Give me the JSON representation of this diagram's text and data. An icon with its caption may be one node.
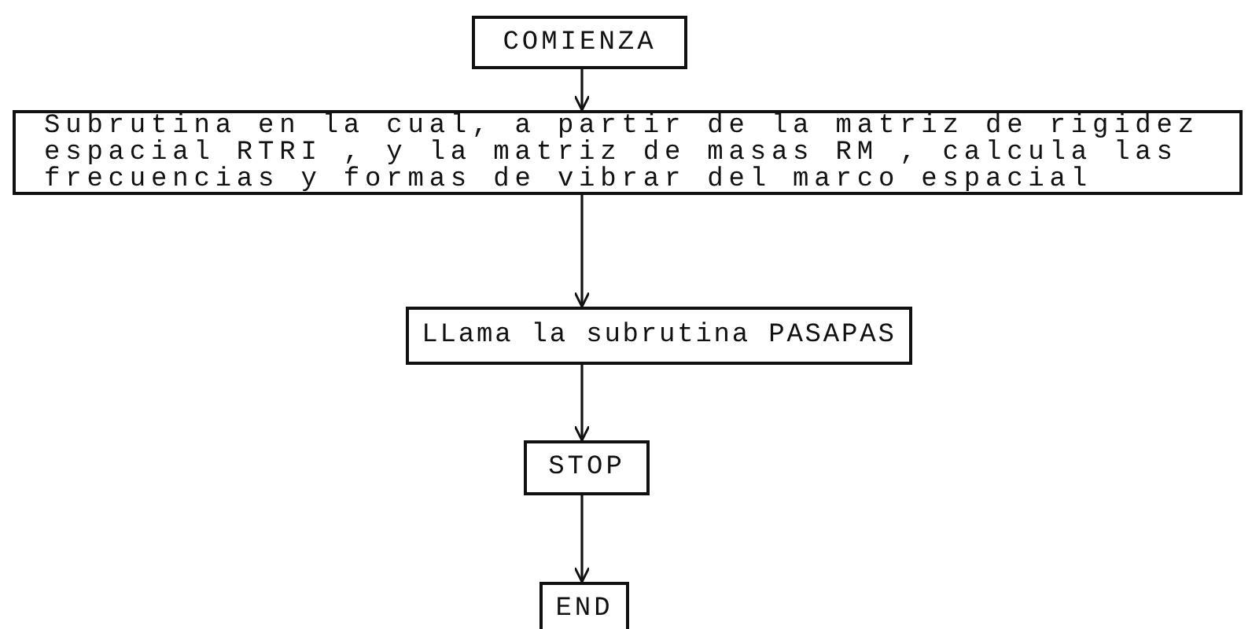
{
  "diagram": {
    "nodes": [
      {
        "text": [
          "COMIENZA"
        ]
      },
      {
        "text": [
          "Subrutina en la cual, a partir de la matriz de rigidez espacial RTRI , y la matriz de masas RM , calcula las frecuencias y formas de vibrar del marco espacial"
        ]
      },
      {
        "text": [
          "LLama la subrutina PASAPAS"
        ]
      },
      {
        "text": [
          "STOP"
        ]
      },
      {
        "text": [
          "END"
        ]
      }
    ],
    "edges": [
      {
        "from": 0,
        "to": 1,
        "arrow": "to"
      },
      {
        "from": 1,
        "to": 2,
        "arrow": "to"
      },
      {
        "from": 2,
        "to": 3,
        "arrow": "to"
      },
      {
        "from": 3,
        "to": 4,
        "arrow": "to"
      }
    ]
  }
}
